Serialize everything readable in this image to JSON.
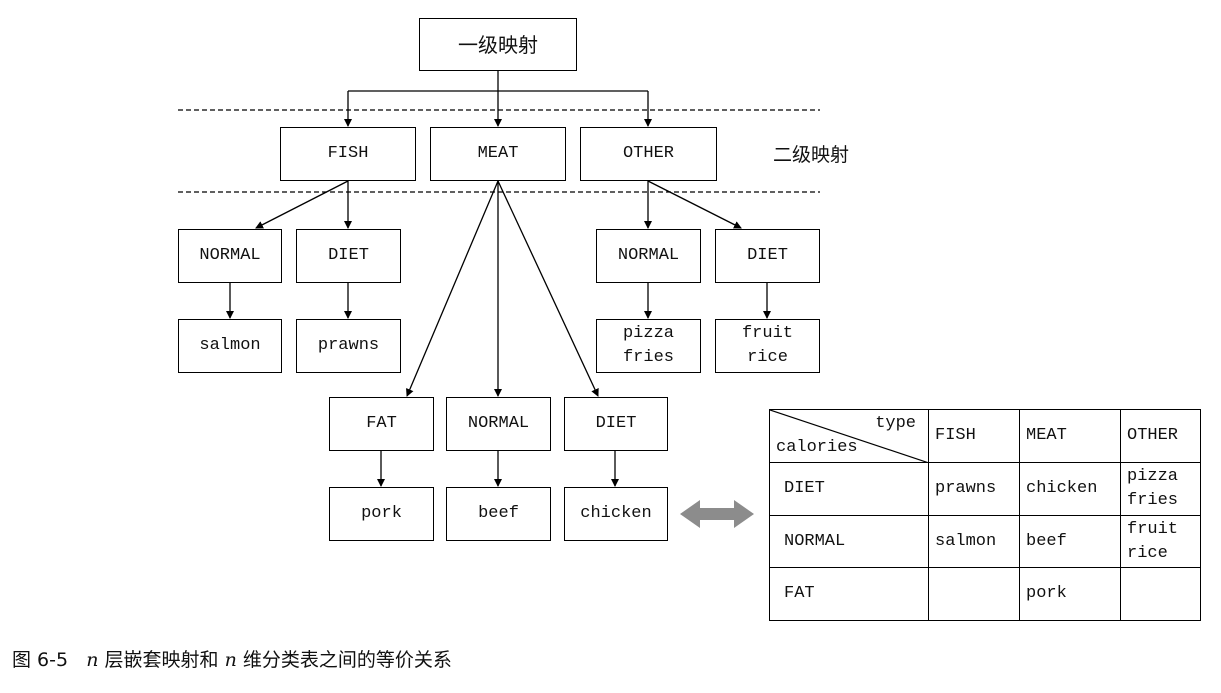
{
  "diagram": {
    "root": "一级映射",
    "level2_label": "二级映射",
    "categories": {
      "fish": "FISH",
      "meat": "MEAT",
      "other": "OTHER"
    },
    "fish": {
      "normal": "NORMAL",
      "diet": "DIET",
      "normal_items": [
        "salmon"
      ],
      "diet_items": [
        "prawns"
      ]
    },
    "meat": {
      "fat": "FAT",
      "normal": "NORMAL",
      "diet": "DIET",
      "fat_items": [
        "pork"
      ],
      "normal_items": [
        "beef"
      ],
      "diet_items": [
        "chicken"
      ]
    },
    "other": {
      "normal": "NORMAL",
      "diet": "DIET",
      "normal_items": [
        "pizza",
        "fries"
      ],
      "diet_items": [
        "fruit",
        "rice"
      ]
    }
  },
  "table": {
    "corner_top": "type",
    "corner_bottom": "calories",
    "columns": [
      "FISH",
      "MEAT",
      "OTHER"
    ],
    "rows": [
      {
        "label": "DIET",
        "cells": [
          [
            "prawns"
          ],
          [
            "chicken"
          ],
          [
            "pizza",
            "fries"
          ]
        ]
      },
      {
        "label": "NORMAL",
        "cells": [
          [
            "salmon"
          ],
          [
            "beef"
          ],
          [
            "fruit",
            "rice"
          ]
        ]
      },
      {
        "label": "FAT",
        "cells": [
          [
            ""
          ],
          [
            "pork"
          ],
          [
            ""
          ]
        ]
      }
    ]
  },
  "caption": {
    "prefix": "图 6-5",
    "n1": "n",
    "mid": "层嵌套映射和",
    "n2": "n",
    "suffix": "维分类表之间的等价关系"
  },
  "colors": {
    "line": "#000000",
    "arrow_double": "#8c8c8c"
  }
}
